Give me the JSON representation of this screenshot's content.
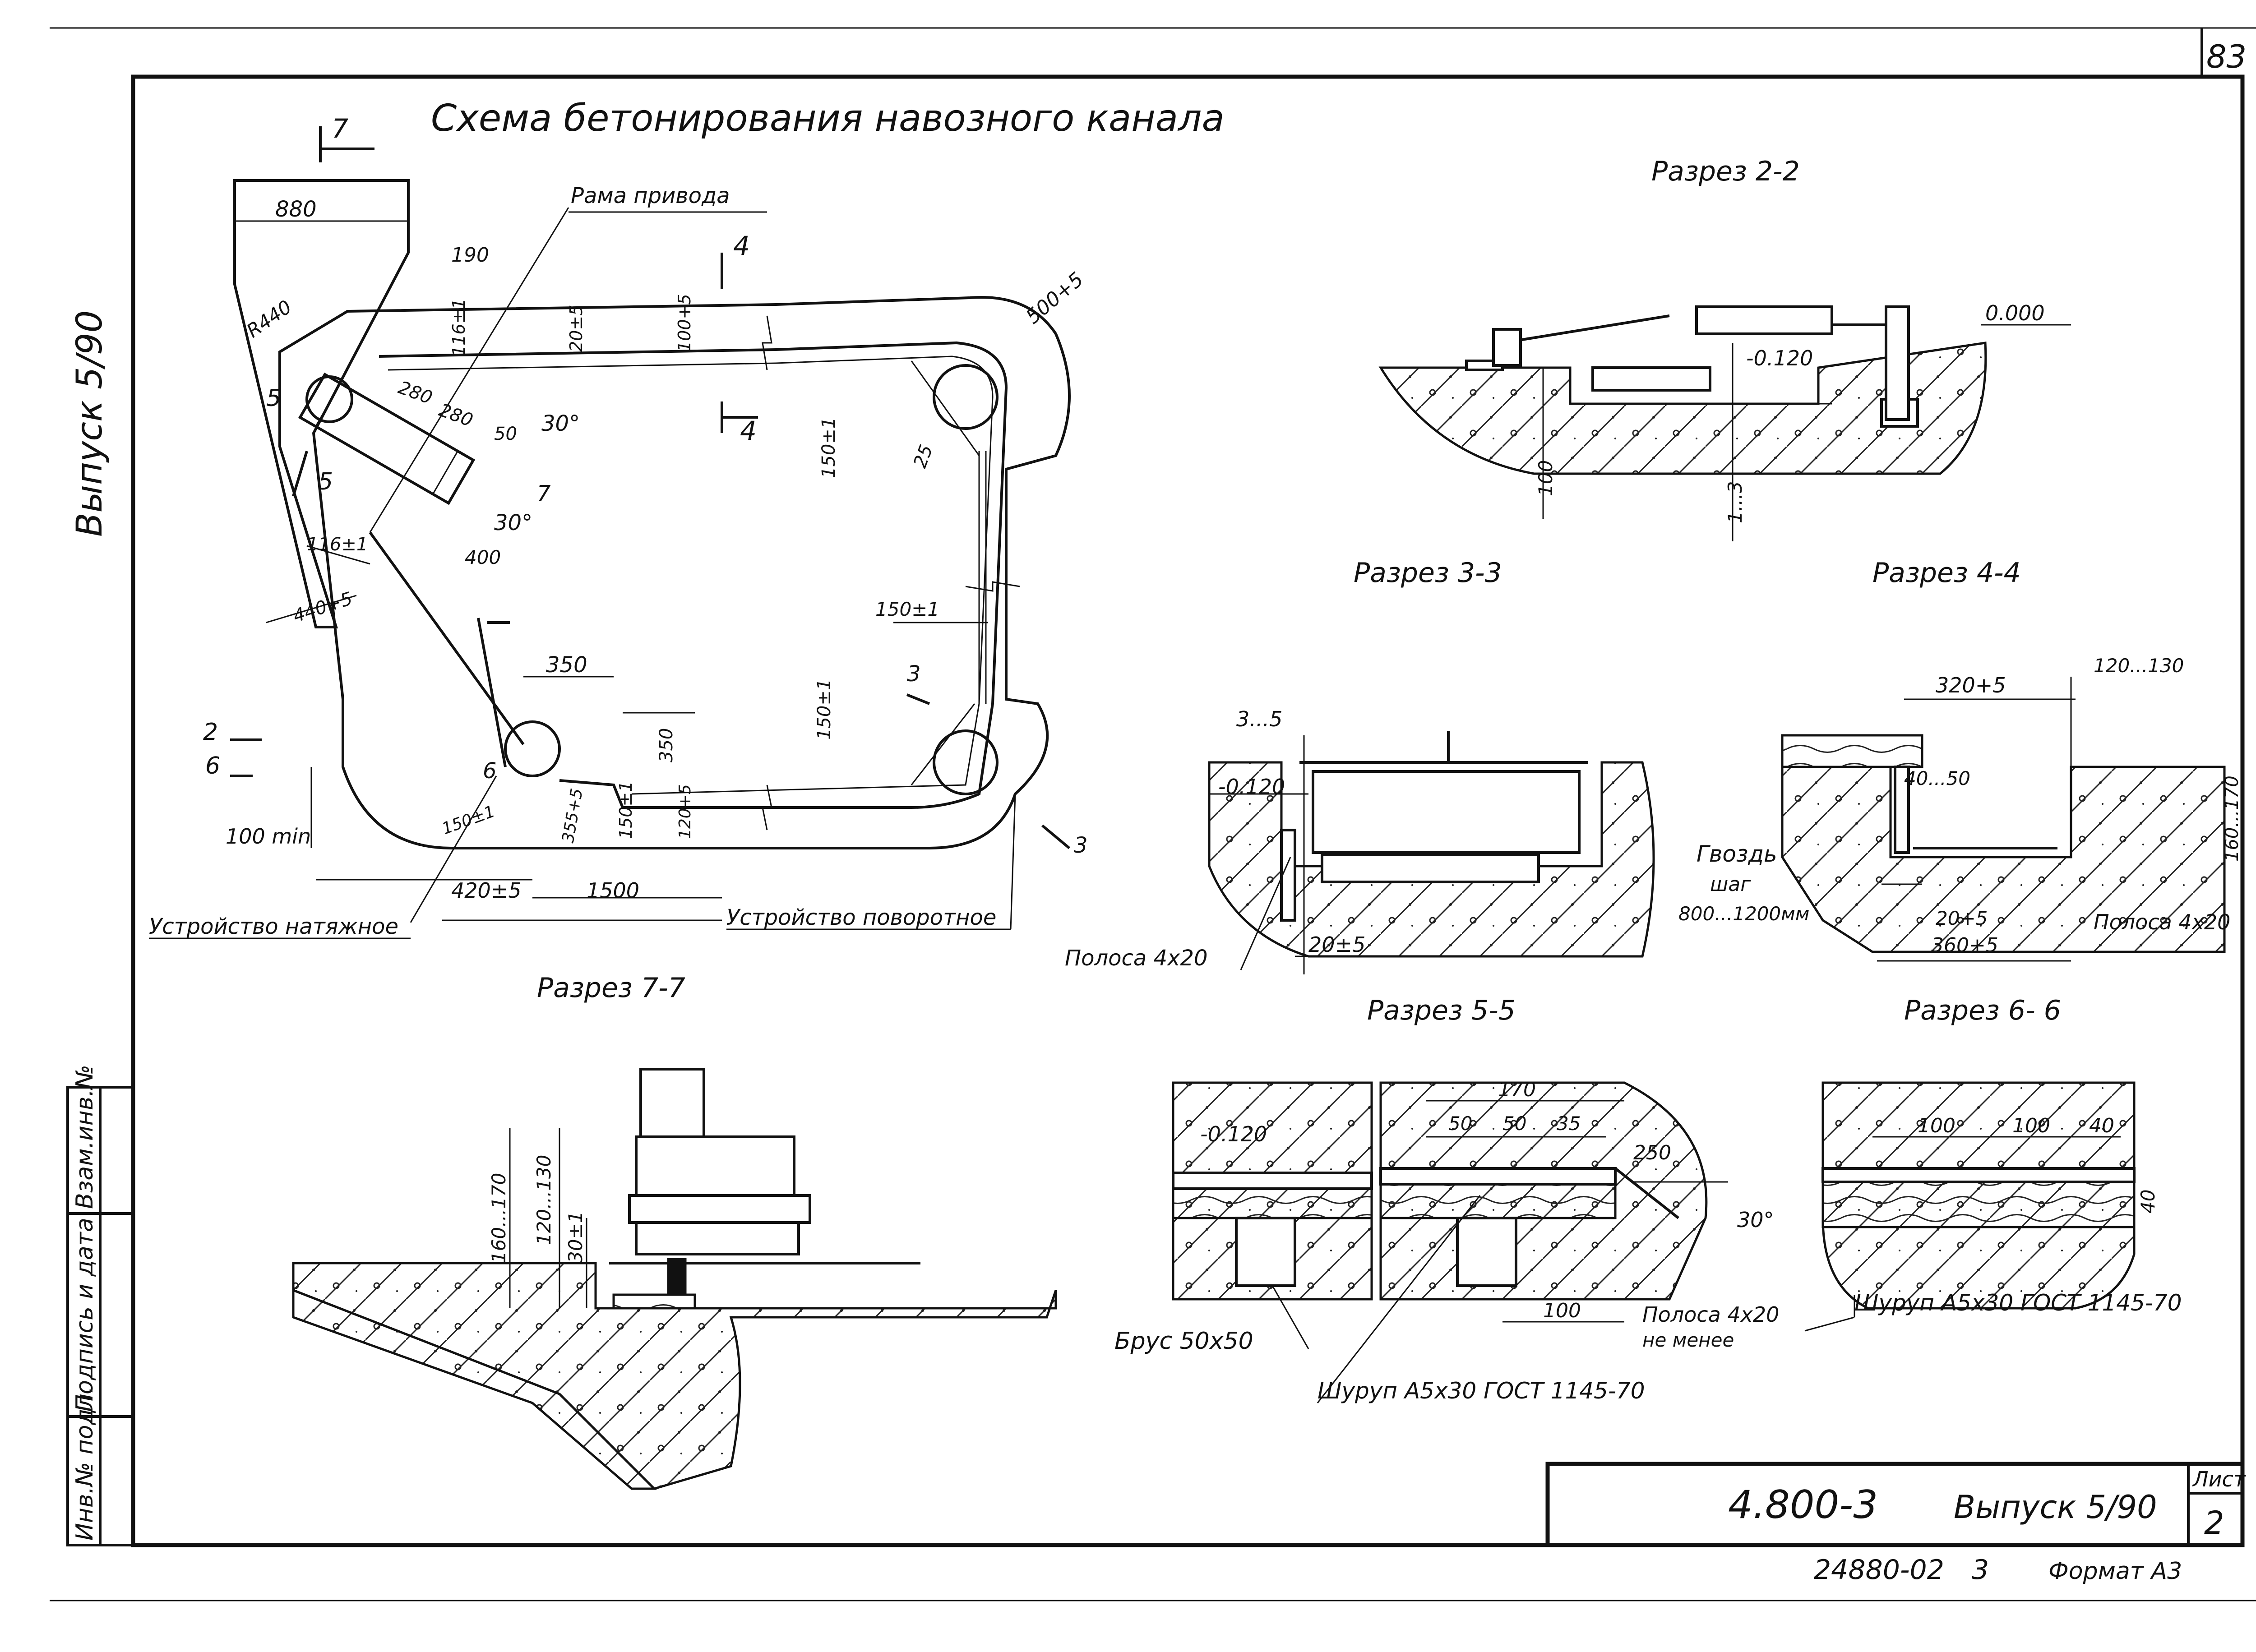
{
  "sheet": {
    "page_number": "83",
    "title": "Схема бетонирования навозного канала",
    "side_label": "Выпуск 5/90"
  },
  "plan": {
    "labels": {
      "frame": "Рама привода",
      "tensioner": "Устройство натяжное",
      "turning": "Устройство поворотное"
    },
    "section_marks": [
      "7",
      "7",
      "4",
      "4",
      "5",
      "5",
      "2",
      "6",
      "3",
      "3",
      "6"
    ],
    "dims": [
      "880",
      "190",
      "R440",
      "500+5",
      "20±5",
      "116±1",
      "100+5",
      "280",
      "280",
      "50",
      "30°",
      "30°",
      "150±1",
      "25",
      "150±1",
      "150±1",
      "116±1",
      "400",
      "440+5",
      "350",
      "350",
      "150±1",
      "150±1",
      "120+5",
      "355+5",
      "100 min",
      "420±5",
      "1500"
    ]
  },
  "sections": {
    "s22": {
      "title": "Разрез 2-2",
      "dims": [
        "0.000",
        "-0.120",
        "100",
        "1...3"
      ]
    },
    "s33": {
      "title": "Разрез 3-3",
      "dims": [
        "3...5",
        "-0.120",
        "20±5"
      ],
      "note": "Полоса 4х20"
    },
    "s44": {
      "title": "Разрез 4-4",
      "dims": [
        "320+5",
        "120...130",
        "40...50",
        "160...170",
        "20+5",
        "360+5"
      ],
      "note_nail_1": "Гвоздь",
      "note_nail_2": "шаг",
      "note_nail_3": "800...1200мм",
      "note_strip": "Полоса 4х20"
    },
    "s77": {
      "title": "Разрез 7-7",
      "dims": [
        "160...170",
        "120...130",
        "30±1"
      ]
    },
    "s55": {
      "title": "Разрез 5-5",
      "dims": [
        "-0.120",
        "170",
        "50",
        "50",
        "35",
        "250",
        "30°",
        "100"
      ],
      "note_bar": "Брус 50х50",
      "note_screw": "Шуруп А5х30 ГОСТ 1145-70",
      "note_strip_1": "Полоса 4х20",
      "note_strip_2": "не менее"
    },
    "s66": {
      "title": "Разрез 6- 6",
      "dims": [
        "100",
        "100",
        "40",
        "40"
      ],
      "note_screw": "Шуруп А5х30 ГОСТ 1145-70"
    }
  },
  "stamp": {
    "side_columns": [
      "Инв.№ подл.",
      "Подпись и дата",
      "Взам.инв.№"
    ],
    "doc_code": "4.800-3",
    "issue": "Выпуск 5/90",
    "sheet_label": "Лист",
    "sheet_no": "2",
    "bottom_code": "24880-02",
    "bottom_copy": "3",
    "format": "Формат А3"
  }
}
